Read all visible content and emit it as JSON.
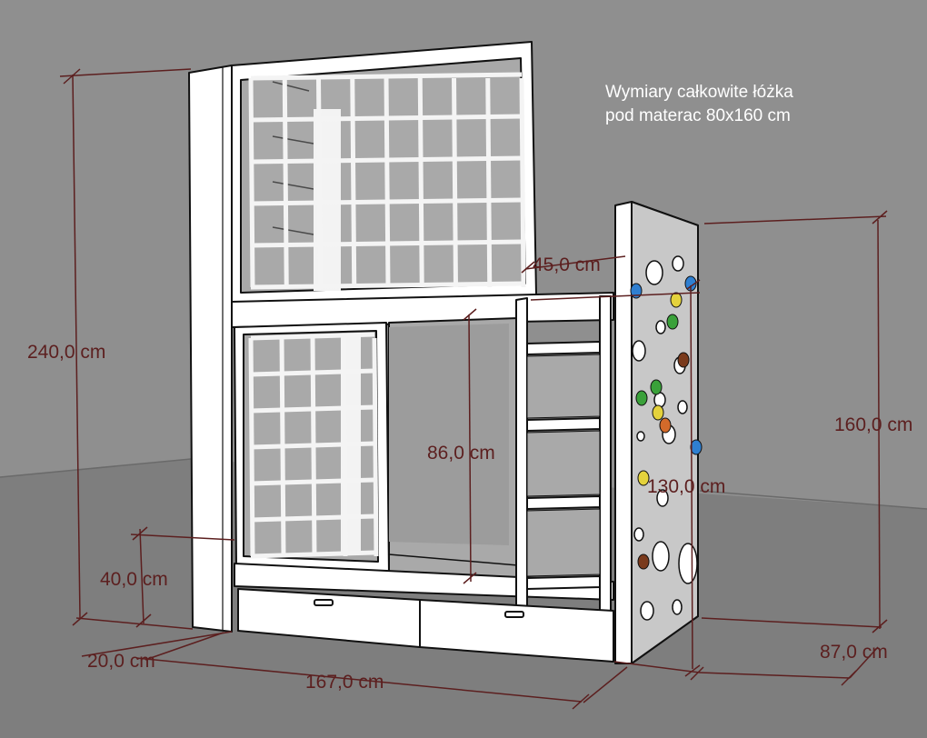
{
  "title": {
    "line1": "Wymiary całkowite łóżka",
    "line2": "pod materac 80x160 cm"
  },
  "dimensions": {
    "height_total": "240,0 cm",
    "gap_upper": "45,0 cm",
    "lower_clearance": "86,0 cm",
    "wall_height": "160,0 cm",
    "wall_length": "130,0 cm",
    "drawer_height": "40,0 cm",
    "depth_small": "20,0 cm",
    "length_total": "167,0 cm",
    "depth_total": "87,0 cm"
  },
  "colors": {
    "background": "#8f8f8f",
    "floor": "#7e7e7e",
    "dimension_line": "#5c1f1f",
    "frame": "#ffffff",
    "outline": "#111111",
    "interior": "#a9a9a9"
  },
  "holds": [
    {
      "color": "#2f7fd1"
    },
    {
      "color": "#e4d23c"
    },
    {
      "color": "#7a3a1c"
    },
    {
      "color": "#3aa13a"
    },
    {
      "color": "#e4d23c"
    },
    {
      "color": "#2f7fd1"
    },
    {
      "color": "#e4d23c"
    },
    {
      "color": "#2f7fd1"
    },
    {
      "color": "#3aa13a"
    },
    {
      "color": "#d36a2a"
    },
    {
      "color": "#7a3a1c"
    },
    {
      "color": "#3aa13a"
    }
  ]
}
